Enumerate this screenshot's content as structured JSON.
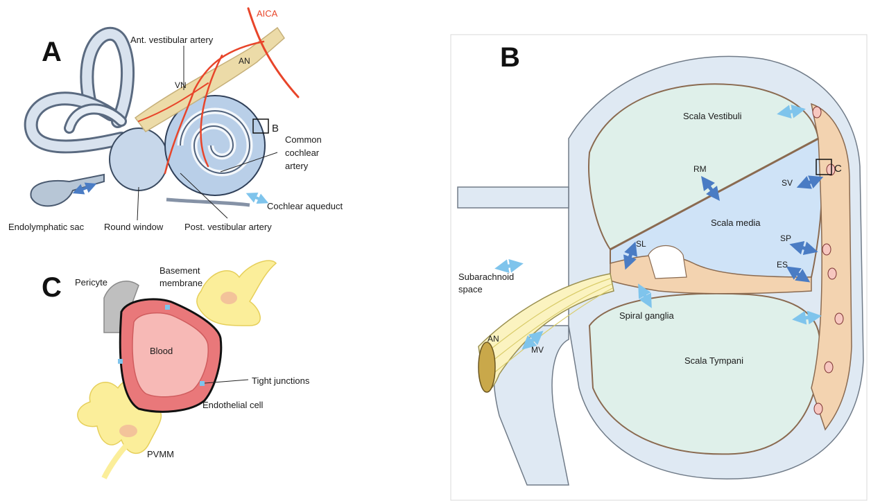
{
  "panels": {
    "A": {
      "letter": "A",
      "labels": {
        "aica": "AICA",
        "ant_vestibular_artery": "Ant. vestibular artery",
        "an": "AN",
        "vn": "VN",
        "box_b": "B",
        "common_cochlear_artery_1": "Common",
        "common_cochlear_artery_2": "cochlear",
        "common_cochlear_artery_3": "artery",
        "cochlear_aqueduct": "Cochlear aqueduct",
        "endolymphatic_sac": "Endolymphatic sac",
        "round_window": "Round window",
        "post_vestibular_artery": "Post. vestibular artery"
      }
    },
    "B": {
      "letter": "B",
      "labels": {
        "scala_vestibuli": "Scala Vestibuli",
        "rm": "RM",
        "box_c": "C",
        "sv": "SV",
        "scala_media": "Scala media",
        "sl": "SL",
        "sp": "SP",
        "es": "ES",
        "subarachnoid_1": "Subarachnoid",
        "subarachnoid_2": "space",
        "spiral_ganglia": "Spiral ganglia",
        "an": "AN",
        "mv": "MV",
        "scala_tympani": "Scala Tympani"
      }
    },
    "C": {
      "letter": "C",
      "labels": {
        "pericyte": "Pericyte",
        "basement_1": "Basement",
        "basement_2": "membrane",
        "blood": "Blood",
        "tight_junctions": "Tight junctions",
        "endothelial_cell": "Endothelial cell",
        "pvmm": "PVMM"
      }
    }
  },
  "colors": {
    "artery_red": "#e8452a",
    "labyrinth_blue": "#c7d7ea",
    "nerve_yellow": "#ecdba8",
    "fluid_light_blue": "#cfe3f7",
    "fluid_mint": "#dff0ea",
    "tissue_orange": "#f3d3b0",
    "arrow_dark_blue": "#4a7cc4",
    "arrow_light_blue": "#7fc4ec",
    "pvmm_yellow": "#fbee9a",
    "endothelium_red": "#e9787a",
    "blood_pink": "#f7b9b6"
  }
}
